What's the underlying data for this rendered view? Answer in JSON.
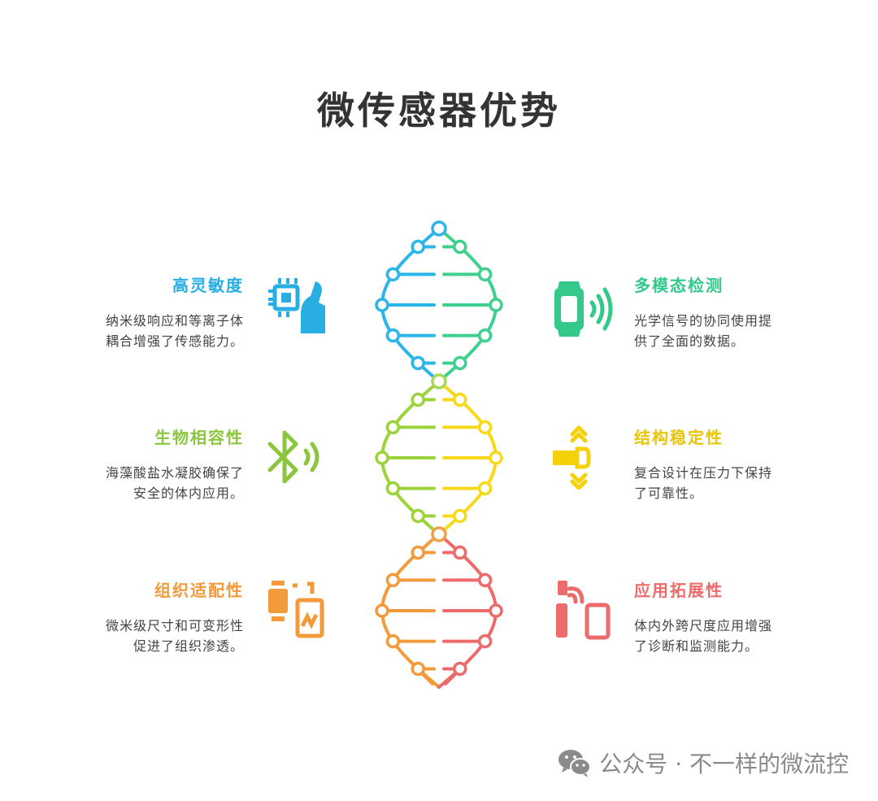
{
  "title": "微传感器优势",
  "features": [
    {
      "side": "left",
      "title": "高灵敏度",
      "desc": [
        "纳米级响应和等离子体",
        "耦合增强了传感能力。"
      ],
      "color": "#29aee4",
      "icon": "touch-chip-icon"
    },
    {
      "side": "right",
      "title": "多模态检测",
      "desc": [
        "光学信号的协同使用提",
        "供了全面的数据。"
      ],
      "color": "#34c98b",
      "icon": "wearable-signal-icon"
    },
    {
      "side": "left",
      "title": "生物相容性",
      "desc": [
        "海藻酸盐水凝胶确保了",
        "安全的体内应用。"
      ],
      "color": "#8cc63f",
      "icon": "bluetooth-icon"
    },
    {
      "side": "right",
      "title": "结构稳定性",
      "desc": [
        "复合设计在压力下保持",
        "了可靠性。"
      ],
      "color": "#f4d10a",
      "icon": "usb-stick-icon"
    },
    {
      "side": "left",
      "title": "组织适配性",
      "desc": [
        "微米级尺寸和可变形性",
        "促进了组织渗透。"
      ],
      "color": "#f39a3b",
      "icon": "device-transfer-icon"
    },
    {
      "side": "right",
      "title": "应用拓展性",
      "desc": [
        "体内外跨尺度应用增强",
        "了诊断和监测能力。"
      ],
      "color": "#ee6b6b",
      "icon": "phone-remote-icon"
    }
  ],
  "helix": {
    "segments": [
      {
        "left": "#2bb5e8",
        "right": "#3fcf8e",
        "joint": "#2bb5e8"
      },
      {
        "left": "#9cd33b",
        "right": "#f7d91a",
        "joint": "#a6d955"
      },
      {
        "left": "#f39a3b",
        "right": "#ee6b6b",
        "joint": "#f3a04a"
      }
    ]
  },
  "watermark": {
    "text": "公众号 · 不一样的微流控",
    "icon": "wechat-icon"
  }
}
